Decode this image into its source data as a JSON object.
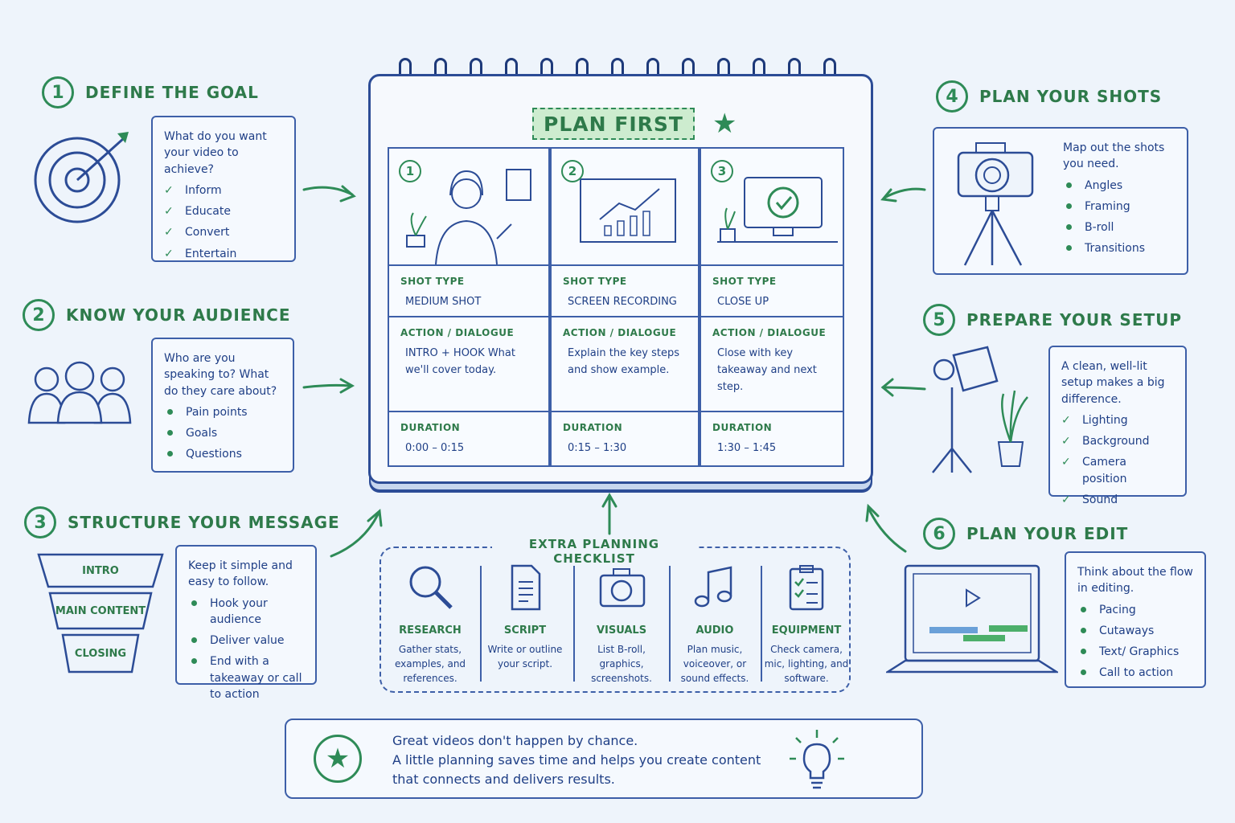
{
  "steps": [
    {
      "num": "1",
      "title": "Define the goal",
      "intro": "What do you want your video to achieve?",
      "items": [
        "Inform",
        "Educate",
        "Convert",
        "Entertain"
      ]
    },
    {
      "num": "2",
      "title": "Know your audience",
      "intro": "Who are you speaking to? What do they care about?",
      "items": [
        "Pain points",
        "Goals",
        "Questions"
      ]
    },
    {
      "num": "3",
      "title": "Structure your message",
      "intro": "Keep it simple and easy to follow.",
      "items": [
        "Hook your audience",
        "Deliver value",
        "End with a takeaway or call to action"
      ]
    },
    {
      "num": "4",
      "title": "Plan your shots",
      "intro": "Map out the shots you need.",
      "items": [
        "Angles",
        "Framing",
        "B-roll",
        "Transitions"
      ]
    },
    {
      "num": "5",
      "title": "Prepare your setup",
      "intro": "A clean, well-lit setup makes a big difference.",
      "items": [
        "Lighting",
        "Background",
        "Camera position",
        "Sound"
      ]
    },
    {
      "num": "6",
      "title": "Plan your edit",
      "intro": "Think about the flow in editing.",
      "items": [
        "Pacing",
        "Cutaways",
        "Text/ Graphics",
        "Call to action"
      ]
    }
  ],
  "funnel": [
    "INTRO",
    "MAIN CONTENT",
    "CLOSING"
  ],
  "notebook": {
    "banner": "PLAN FIRST",
    "labels": {
      "shot_type": "SHOT TYPE",
      "action": "ACTION / DIALOGUE",
      "duration": "DURATION"
    },
    "columns": [
      {
        "num": "1",
        "shot_type": "MEDIUM SHOT",
        "action": "INTRO + HOOK What we'll cover today.",
        "duration": "0:00 – 0:15"
      },
      {
        "num": "2",
        "shot_type": "SCREEN RECORDING",
        "action": "Explain the key steps and show example.",
        "duration": "0:15 – 1:30"
      },
      {
        "num": "3",
        "shot_type": "CLOSE UP",
        "action": "Close with key takeaway and next step.",
        "duration": "1:30 – 1:45"
      }
    ]
  },
  "checklist": {
    "title": "EXTRA PLANNING CHECKLIST",
    "items": [
      {
        "title": "RESEARCH",
        "desc": "Gather stats, examples, and references.",
        "icon": "magnifier-icon"
      },
      {
        "title": "SCRIPT",
        "desc": "Write or outline your script.",
        "icon": "document-icon"
      },
      {
        "title": "VISUALS",
        "desc": "List B-roll, graphics, screenshots.",
        "icon": "camera-icon"
      },
      {
        "title": "AUDIO",
        "desc": "Plan music, voiceover, or sound effects.",
        "icon": "music-note-icon"
      },
      {
        "title": "EQUIPMENT",
        "desc": "Check camera, mic, lighting, and software.",
        "icon": "clipboard-icon"
      }
    ]
  },
  "bottom": {
    "line1": "Great videos don't happen by chance.",
    "line2": "A little planning saves time and helps you create content",
    "line3": "that connects and delivers results."
  },
  "colors": {
    "green": "#2e8b57",
    "blue": "#1f3f86",
    "background": "#eef4fb"
  }
}
